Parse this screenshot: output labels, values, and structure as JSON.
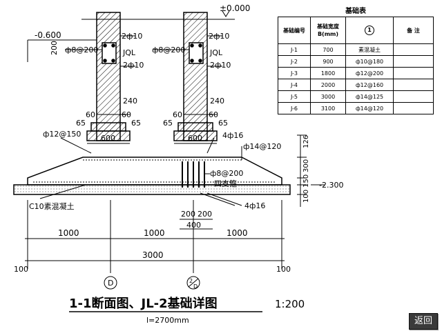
{
  "drawing": {
    "title": "1-1断面图、JL-2基础详图",
    "scale": "1:200",
    "length_note": "l=2700mm",
    "level_zero": "±0.000",
    "level_minus": "-0.600",
    "dim_200": "200",
    "beam_label_left": "JQL",
    "beam_label_right": "JQL",
    "rebar_top_left": "2ф10",
    "rebar_bot_left": "2ф10",
    "rebar_top_right": "2ф10",
    "rebar_bot_right": "2ф10",
    "stirrup_left": "ф8@200",
    "stirrup_right": "ф8@200",
    "wall_240_left": "240",
    "wall_240_right": "240",
    "step_60a": "60",
    "step_60b": "60",
    "step_60c": "60",
    "step_60d": "60",
    "step_65a": "65",
    "step_65b": "65",
    "step_65c": "65",
    "step_65d": "65",
    "footing_600_left": "600",
    "footing_600_right": "600",
    "rebar_12_150": "ф12@150",
    "rebar_4_16_top": "4ф16",
    "rebar_14_120": "ф14@120",
    "rebar_8_200": "ф8@200",
    "four_legs": "四支箍",
    "rebar_4_16_bot": "4ф16",
    "level_2300": "-2.300",
    "right_dim_126": "126",
    "right_dim_300": "300",
    "right_dim_150": "150",
    "right_dim_100": "100",
    "concrete_pad": "C10素混凝土",
    "dim_200a": "200",
    "dim_200b": "200",
    "dim_400": "400",
    "dim_1000a": "1000",
    "dim_1000b": "1000",
    "dim_1000c": "1000",
    "dim_3000": "3000",
    "dim_100_left": "100",
    "dim_100_right": "100",
    "axis_d": "D",
    "axis_frac_top": "2",
    "axis_frac_bot": "D"
  },
  "table": {
    "title": "基础表",
    "headers": [
      "基础编号",
      "基础宽度 B(mm)",
      "1",
      "备  注"
    ],
    "rows": [
      [
        "J-1",
        "700",
        "素混凝土",
        ""
      ],
      [
        "J-2",
        "900",
        "ф10@180",
        ""
      ],
      [
        "J-3",
        "1800",
        "ф12@200",
        ""
      ],
      [
        "J-4",
        "2000",
        "ф12@160",
        ""
      ],
      [
        "J-5",
        "3000",
        "ф14@125",
        ""
      ],
      [
        "J-6",
        "3100",
        "ф14@120",
        ""
      ]
    ]
  },
  "nav": {
    "back_label": "返回"
  }
}
